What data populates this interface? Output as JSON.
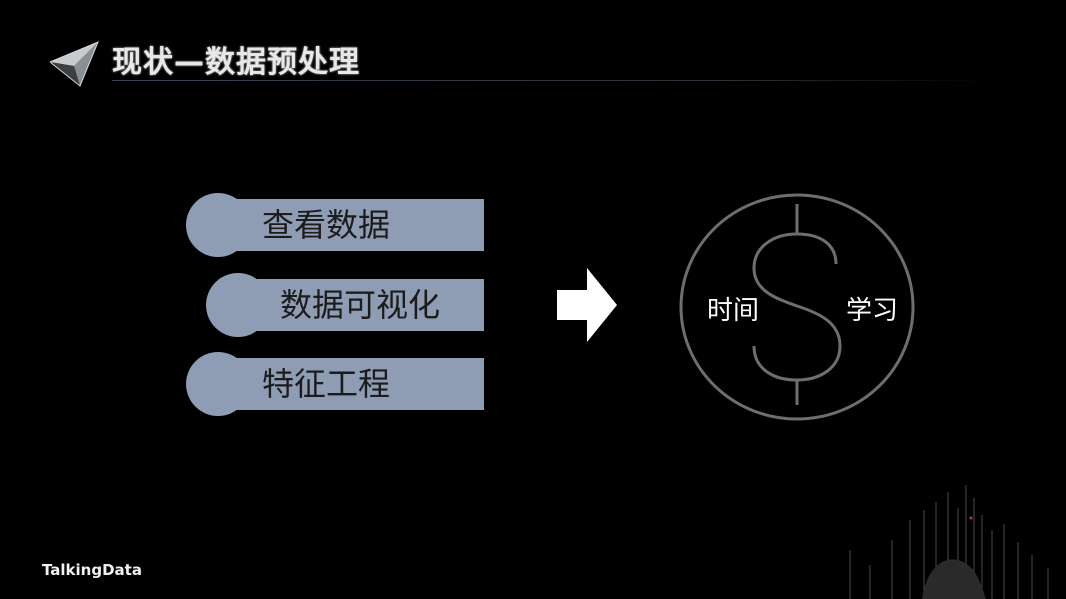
{
  "slide": {
    "title": "现状—数据预处理",
    "brand": "TalkingData"
  },
  "steps": [
    {
      "label": "查看数据"
    },
    {
      "label": "数据可视化"
    },
    {
      "label": "特征工程"
    }
  ],
  "coin": {
    "left_word": "时间",
    "right_word": "学习"
  },
  "colors": {
    "background": "#000000",
    "pill": "#8e9cb4",
    "title": "#e8e8e8",
    "coin_stroke": "#6e6e6e",
    "arrow": "#ffffff"
  },
  "icons": {
    "logo": "gem-icon",
    "arrow": "arrow-right-icon",
    "coin": "dollar-coin-icon"
  }
}
